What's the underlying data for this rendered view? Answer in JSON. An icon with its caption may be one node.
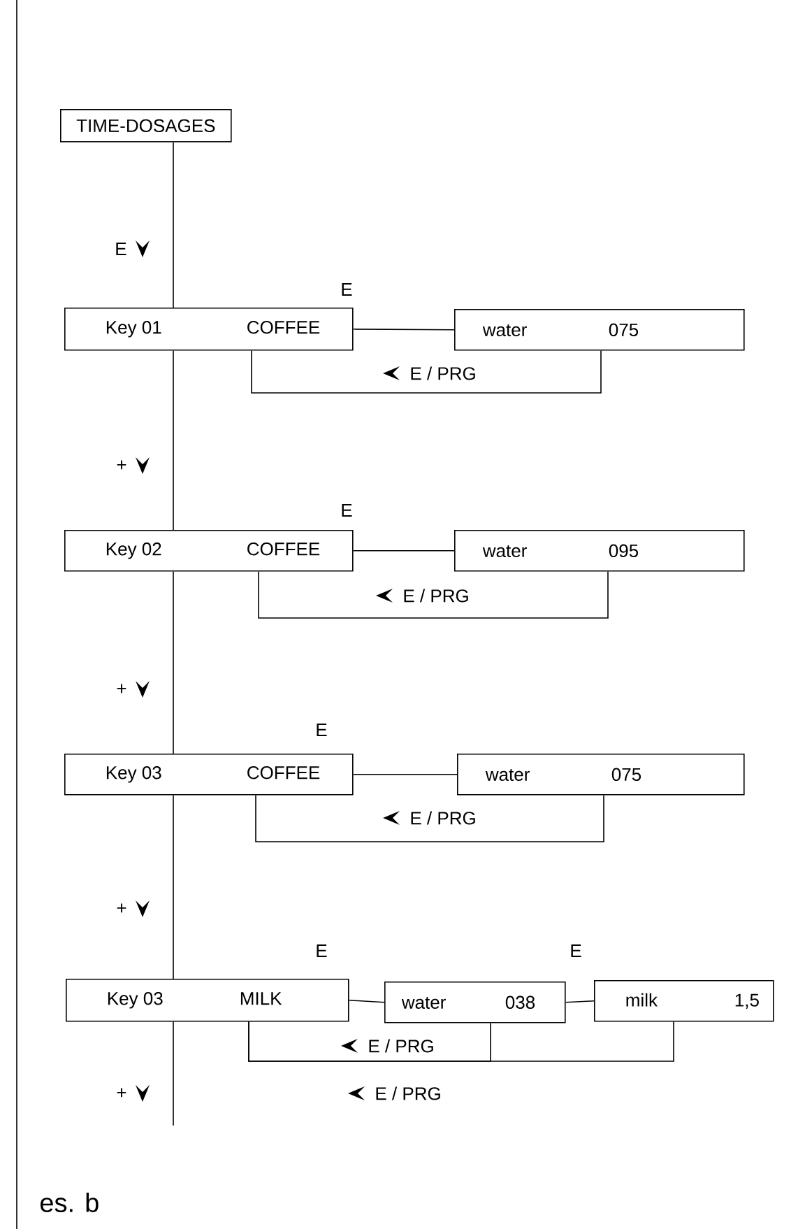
{
  "diagram": {
    "caption": "es. b",
    "nodes": [
      {
        "text": [
          "TIME-DOSAGES"
        ]
      },
      {
        "text": [
          "Key 01",
          "COFFEE"
        ],
        "beside": [
          "E"
        ]
      },
      {
        "text": [
          "water",
          "075"
        ]
      },
      {
        "text": [
          "Key 02",
          "COFFEE"
        ],
        "beside": [
          "E"
        ]
      },
      {
        "text": [
          "water",
          "095"
        ]
      },
      {
        "text": [
          "Key 03",
          "COFFEE"
        ],
        "beside": [
          "E"
        ]
      },
      {
        "text": [
          "water",
          "075"
        ]
      },
      {
        "text": [
          "Key 03",
          "MILK"
        ],
        "beside": [
          "E"
        ]
      },
      {
        "text": [
          "water",
          "038"
        ],
        "beside": [
          "E"
        ]
      },
      {
        "text": [
          "milk",
          "1,5"
        ]
      }
    ],
    "edges": [
      {
        "from": 0,
        "to": 1,
        "arrow": "none",
        "label": "E"
      },
      {
        "from": 1,
        "to": 3,
        "arrow": "none",
        "label": "+"
      },
      {
        "from": 3,
        "to": 5,
        "arrow": "none",
        "label": "+"
      },
      {
        "from": 5,
        "to": 7,
        "arrow": "none",
        "label": "+"
      },
      {
        "from": 7,
        "to": null,
        "arrow": "none",
        "label": "+"
      },
      {
        "from": 1,
        "to": 2,
        "arrow": "none"
      },
      {
        "from": 2,
        "to": 1,
        "arrow": "none",
        "label": "E / PRG"
      },
      {
        "from": 3,
        "to": 4,
        "arrow": "none"
      },
      {
        "from": 4,
        "to": 3,
        "arrow": "none",
        "label": "E / PRG"
      },
      {
        "from": 5,
        "to": 6,
        "arrow": "none"
      },
      {
        "from": 6,
        "to": 5,
        "arrow": "none",
        "label": "E / PRG"
      },
      {
        "from": 7,
        "to": 8,
        "arrow": "none"
      },
      {
        "from": 8,
        "to": 9,
        "arrow": "none"
      },
      {
        "from": 8,
        "to": 7,
        "arrow": "none",
        "label": "E / PRG"
      },
      {
        "from": 9,
        "to": 7,
        "arrow": "none",
        "label": "E / PRG"
      }
    ]
  }
}
